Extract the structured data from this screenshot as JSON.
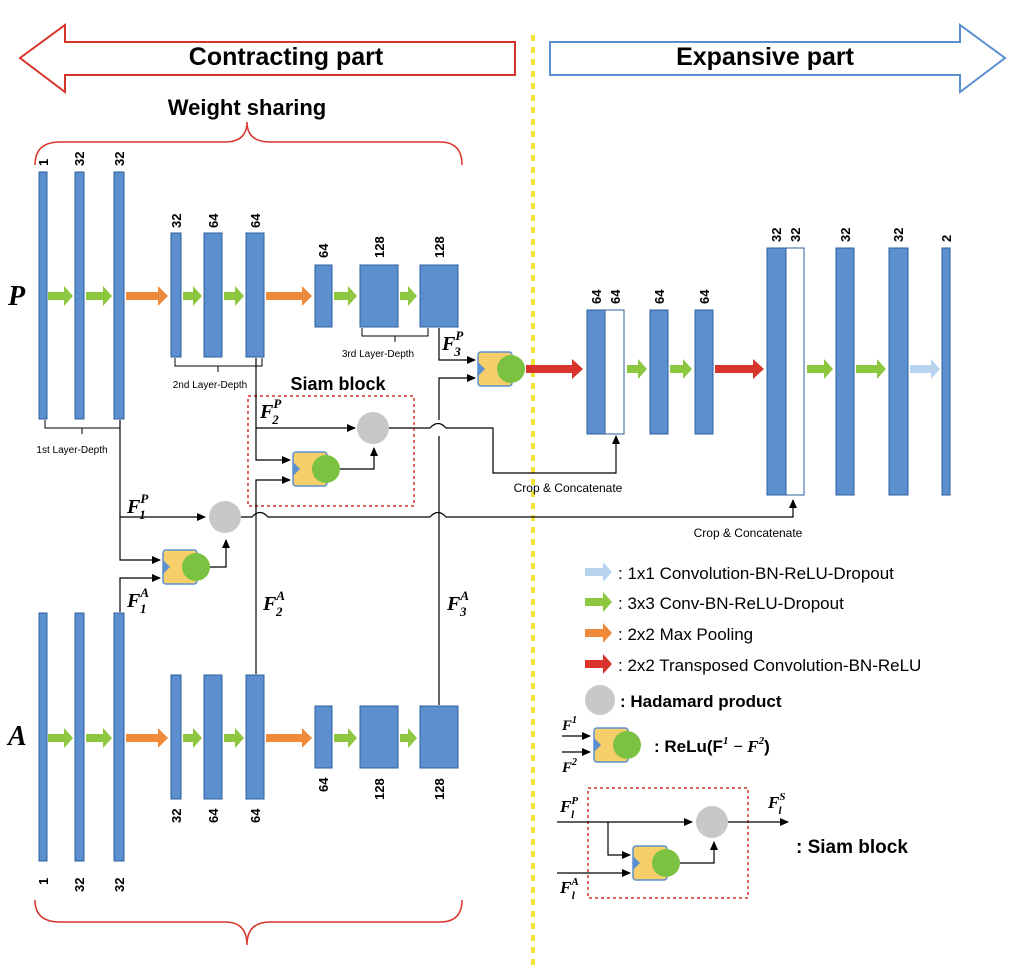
{
  "header": {
    "contracting": "Contracting part",
    "expansive": "Expansive part"
  },
  "weight_sharing": "Weight sharing",
  "rows": {
    "p": "P",
    "a": "A"
  },
  "p_channels": [
    "1",
    "32",
    "32",
    "32",
    "64",
    "64",
    "64",
    "128",
    "128"
  ],
  "a_channels": [
    "1",
    "32",
    "32",
    "32",
    "64",
    "64",
    "64",
    "128",
    "128"
  ],
  "exp_channels": [
    "64",
    "64",
    "64",
    "64",
    "32",
    "32",
    "32",
    "32",
    "2"
  ],
  "depth_labels": {
    "first": "1st Layer-Depth",
    "second": "2nd Layer-Depth",
    "third": "3rd Layer-Depth"
  },
  "siam_block_title": "Siam block",
  "features": {
    "f1p": "F",
    "f1p_sub": "1",
    "f1p_sup": "P",
    "f1a": "F",
    "f1a_sub": "1",
    "f1a_sup": "A",
    "f2p": "F",
    "f2p_sub": "2",
    "f2p_sup": "P",
    "f2a": "F",
    "f2a_sub": "2",
    "f2a_sup": "A",
    "f3p": "F",
    "f3p_sub": "3",
    "f3p_sup": "P",
    "f3a": "F",
    "f3a_sub": "3",
    "f3a_sup": "A"
  },
  "crop_concat": "Crop & Concatenate",
  "legend": {
    "conv1x1": ": 1x1 Convolution-BN-ReLU-Dropout",
    "conv3x3": ": 3x3 Conv-BN-ReLU-Dropout",
    "maxpool": ": 2x2 Max Pooling",
    "transposed": ": 2x2 Transposed Convolution-BN-ReLU",
    "hadamard": ": Hadamard product",
    "relu_label": ": ReLu(F",
    "relu_sup1": "1",
    "relu_minus": " − F",
    "relu_sup2": "2",
    "relu_close": ")",
    "f1": "F",
    "f1_sup": "1",
    "f2": "F",
    "f2_sup": "2",
    "siam_block": ": Siam block",
    "flp": "F",
    "flp_sub": "l",
    "flp_sup": "P",
    "fla": "F",
    "fla_sub": "l",
    "fla_sup": "A",
    "fls": "F",
    "fls_sub": "l",
    "fls_sup": "S"
  },
  "colors": {
    "block": "#5b8fd0",
    "block_stroke": "#2f5f9e",
    "green_arrow": "#8dc63f",
    "orange_arrow": "#ef8a3b",
    "red_arrow": "#d9342b",
    "light_blue_arrow": "#b7d3ee",
    "hadamard": "#c8c8c8",
    "relu_yellow": "#f7cf6a",
    "relu_green": "#7cc242",
    "brace": "#d9342b",
    "divider": "#f2e33a"
  }
}
